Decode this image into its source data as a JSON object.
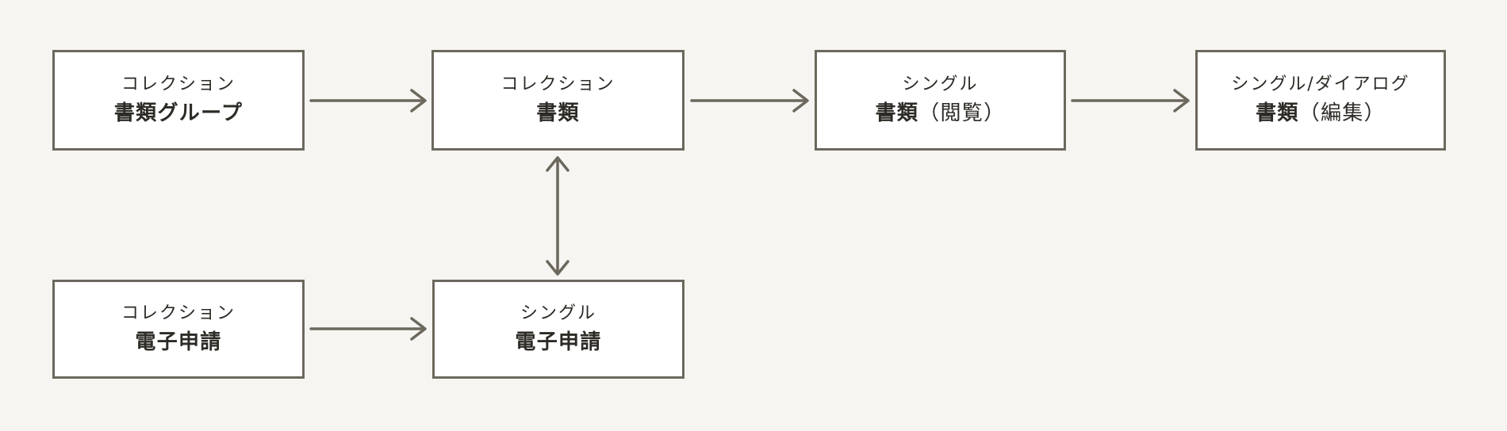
{
  "diagram": {
    "title": "screen-flow-diagram",
    "colors": {
      "background": "#f6f5f1",
      "box_fill": "#ffffff",
      "box_border": "#6c685d",
      "arrow": "#6c685d",
      "text": "#2d2b26"
    },
    "nodes": [
      {
        "id": "document-group-collection",
        "type_label": "コレクション",
        "name": "書類グループ",
        "name_suffix": ""
      },
      {
        "id": "document-collection",
        "type_label": "コレクション",
        "name": "書類",
        "name_suffix": ""
      },
      {
        "id": "document-view-single",
        "type_label": "シングル",
        "name": "書類",
        "name_suffix": "（閲覧）"
      },
      {
        "id": "document-edit-single-dialog",
        "type_label": "シングル/ダイアログ",
        "name": "書類",
        "name_suffix": "（編集）"
      },
      {
        "id": "e-application-collection",
        "type_label": "コレクション",
        "name": "電子申請",
        "name_suffix": ""
      },
      {
        "id": "e-application-single",
        "type_label": "シングル",
        "name": "電子申請",
        "name_suffix": ""
      }
    ],
    "edges": [
      {
        "from": "document-group-collection",
        "to": "document-collection",
        "direction": "right"
      },
      {
        "from": "document-collection",
        "to": "document-view-single",
        "direction": "right"
      },
      {
        "from": "document-view-single",
        "to": "document-edit-single-dialog",
        "direction": "right"
      },
      {
        "from": "e-application-collection",
        "to": "e-application-single",
        "direction": "right"
      },
      {
        "from": "document-collection",
        "to": "e-application-single",
        "direction": "both"
      }
    ]
  }
}
